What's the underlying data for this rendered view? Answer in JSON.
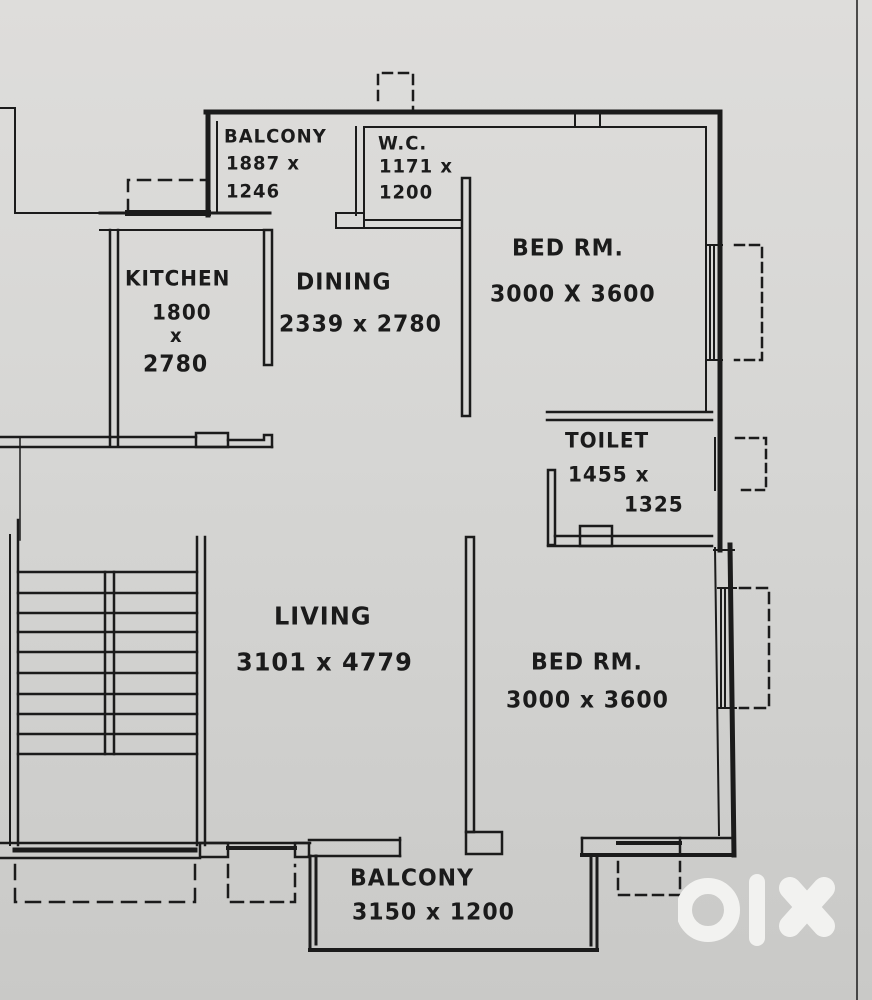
{
  "document": {
    "type": "floor plan",
    "medium": "scanned hand-drawn sketch"
  },
  "rooms": [
    {
      "id": "balcony_top",
      "name": "BALCONY",
      "dim1": "1887 x",
      "dim2": "1246"
    },
    {
      "id": "wc",
      "name": "W.C.",
      "dim1": "1171 x",
      "dim2": "1200"
    },
    {
      "id": "kitchen",
      "name": "KITCHEN",
      "dim1": "1800",
      "dim_sep": "x",
      "dim2": "2780"
    },
    {
      "id": "dining",
      "name": "DINING",
      "dims": "2339 x 2780"
    },
    {
      "id": "bedroom_1",
      "name": "BED RM.",
      "dims": "3000 X 3600"
    },
    {
      "id": "toilet",
      "name": "TOILET",
      "dim1": "1455 x",
      "dim2": "1325"
    },
    {
      "id": "living",
      "name": "LIVING",
      "dims": "3101 x 4779"
    },
    {
      "id": "bedroom_2",
      "name": "BED RM.",
      "dims": "3000 x 3600"
    },
    {
      "id": "balcony_bottom",
      "name": "BALCONY",
      "dims": "3150 x 1200"
    }
  ],
  "staircase": {
    "steps_per_flight": 9,
    "flights": 2
  },
  "watermark": {
    "brand": "olx",
    "color": "#f2f2f0"
  },
  "colors": {
    "paper": "#d6d6d4",
    "ink": "#1b1b1b"
  }
}
